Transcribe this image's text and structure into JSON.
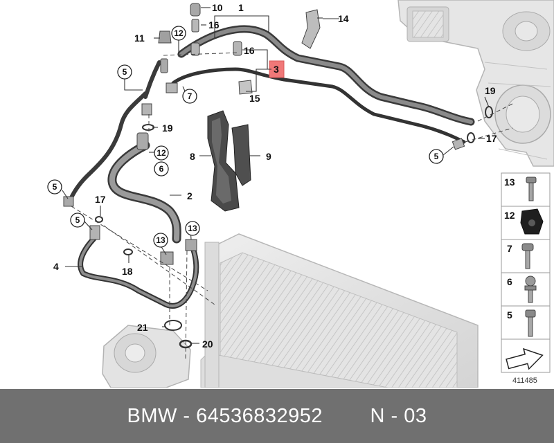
{
  "diagram_id": "411485",
  "footer": {
    "brand": "BMW",
    "separator": " - ",
    "part_number": "64536832952",
    "page_ref": "N - 03"
  },
  "callouts": {
    "c1": "1",
    "c2": "2",
    "c3": "3",
    "c4": "4",
    "c5a": "5",
    "c5b": "5",
    "c5c": "5",
    "c5d": "5",
    "c6": "6",
    "c7": "7",
    "c8": "8",
    "c9": "9",
    "c10": "10",
    "c11": "11",
    "c12a": "12",
    "c12b": "12",
    "c13a": "13",
    "c13b": "13",
    "c14": "14",
    "c15": "15",
    "c16a": "16",
    "c16b": "16",
    "c17a": "17",
    "c17b": "17",
    "c18": "18",
    "c19a": "19",
    "c19b": "19",
    "c20": "20",
    "c21": "21"
  },
  "legend": [
    "13",
    "12",
    "7",
    "6",
    "5"
  ],
  "highlight_color": "#f07878"
}
